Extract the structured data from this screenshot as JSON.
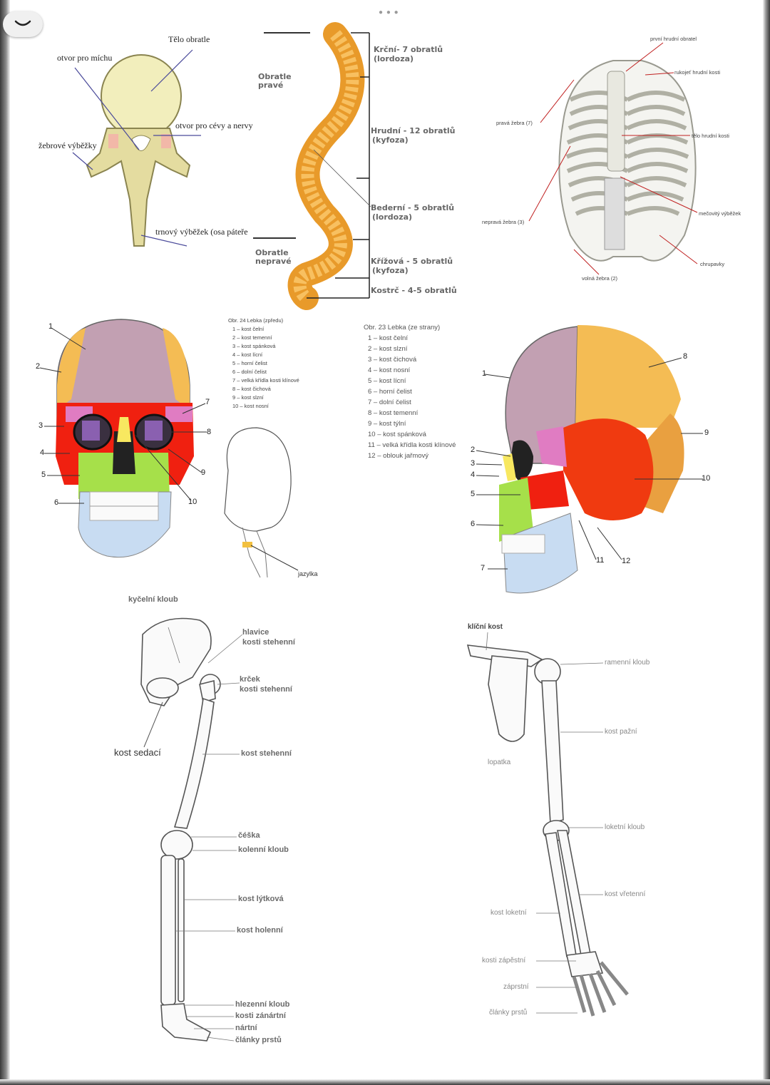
{
  "vertebra": {
    "telo": "Tělo obratle",
    "otvor_michu": "otvor pro míchu",
    "otvor_cevy": "otvor pro cévy a nervy",
    "zeberni": "žebrové výběžky",
    "trnovy": "trnový výběžek (osa páteře"
  },
  "spine": {
    "prave": "Obratle pravé",
    "neprave": "Obratle nepravé",
    "krcni": "Krční- 7 obratlů",
    "krcni_sub": "(lordoza)",
    "hrudni": "Hrudní - 12 obratlů",
    "hrudni_sub": "(kyfoza)",
    "bederni": "Bederní - 5 obratlů",
    "bederni_sub": "(lordoza)",
    "krizova": "Křížová - 5 obratlů",
    "krizova_sub": "(kyfoza)",
    "kostrc": "Kostrč - 4-5 obratlů"
  },
  "thorax": {
    "prvni": "první hrudní obratel",
    "rukojet": "rukojeť hrudní kosti",
    "prava": "pravá žebra (7)",
    "telo_hrudni": "tělo hrudní kosti",
    "neprava": "nepravá žebra (3)",
    "mecovity": "mečovitý výběžek",
    "chrupavky": "chrupavky",
    "volna": "volná žebra (2)"
  },
  "skull_front": {
    "caption_title": "Obr. 24 Lebka (zpředu)",
    "items": [
      "1 – kost čelní",
      "2 – kost temenní",
      "3 – kost spánková",
      "4 – kost lícní",
      "5 – horní čelist",
      "6 – dolní čelist",
      "7 – velká křídla kosti klínové",
      "8 – kost čichová",
      "9 – kost slzní",
      "10 – kost nosní"
    ],
    "numbers": [
      "1",
      "2",
      "3",
      "4",
      "5",
      "6",
      "7",
      "8",
      "9",
      "10"
    ]
  },
  "skull_side": {
    "caption_title": "Obr. 23 Lebka (ze strany)",
    "items": [
      "1 – kost čelní",
      "2 – kost slzní",
      "3 – kost čichová",
      "4 – kost nosní",
      "5 – kost lícní",
      "6 – horní čelist",
      "7 – dolní čelist",
      "8 – kost temenní",
      "9 – kost týlní",
      "10 – kost spánková",
      "11 – velká křídla kosti klínové",
      "12 – oblouk jařmový"
    ],
    "numbers": [
      "1",
      "2",
      "3",
      "4",
      "5",
      "6",
      "7",
      "8",
      "9",
      "10",
      "11",
      "12"
    ]
  },
  "jazylka": "jazylka",
  "leg": {
    "kycelni": "kyčelní kloub",
    "hlavice": "hlavice",
    "hlavice2": "kosti stehenní",
    "krcek": "krček",
    "krcek2": "kosti stehenní",
    "sedaci": "kost sedací",
    "stehenni": "kost stehenní",
    "ceska": "čéška",
    "kolenni": "kolenní kloub",
    "lytkova": "kost lýtková",
    "holenni": "kost holenní",
    "hlezenni": "hlezenní kloub",
    "zanartni": "kosti zánártní",
    "nartni": "nártní",
    "clanky": "články prstů"
  },
  "arm": {
    "klicni": "klíční kost",
    "ramenni": "ramenní kloub",
    "pazni": "kost pažní",
    "lopatka": "lopatka",
    "loketni_kloub": "loketní kloub",
    "vretenni": "kost vřetenní",
    "loketni": "kost loketní",
    "zapesti": "kosti zápěstní",
    "zaprstni": "záprstní",
    "clanky": "články prstů"
  }
}
